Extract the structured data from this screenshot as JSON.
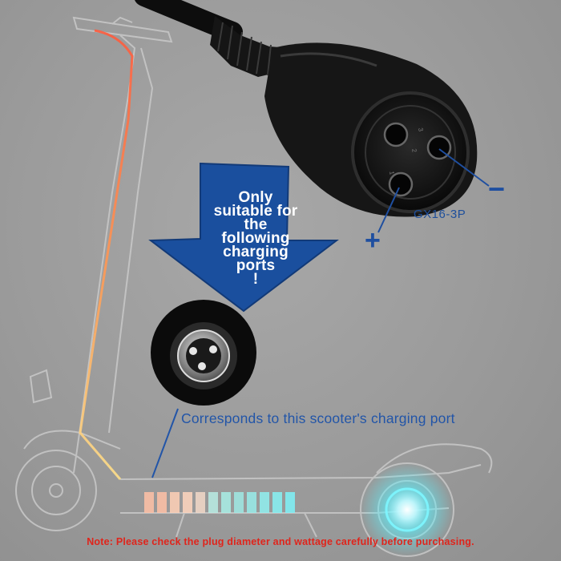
{
  "arrow_callout": {
    "lines": [
      "Only",
      "suitable for",
      "the",
      "following",
      "charging",
      "ports",
      "!"
    ]
  },
  "connector": {
    "model_label": "GX16-3P",
    "minus_sign": "−",
    "plus_sign": "+",
    "pin_marks": [
      "3",
      "2",
      "1"
    ]
  },
  "port_caption": "Corresponds to this scooter's charging port",
  "note": "Note: Please check the plug diameter and wattage carefully before purchasing.",
  "colors": {
    "arrow_fill": "#1a4f9e",
    "label_blue": "#2255a8",
    "note_red": "#e0241b",
    "glow_cyan": "#59f3ff"
  }
}
